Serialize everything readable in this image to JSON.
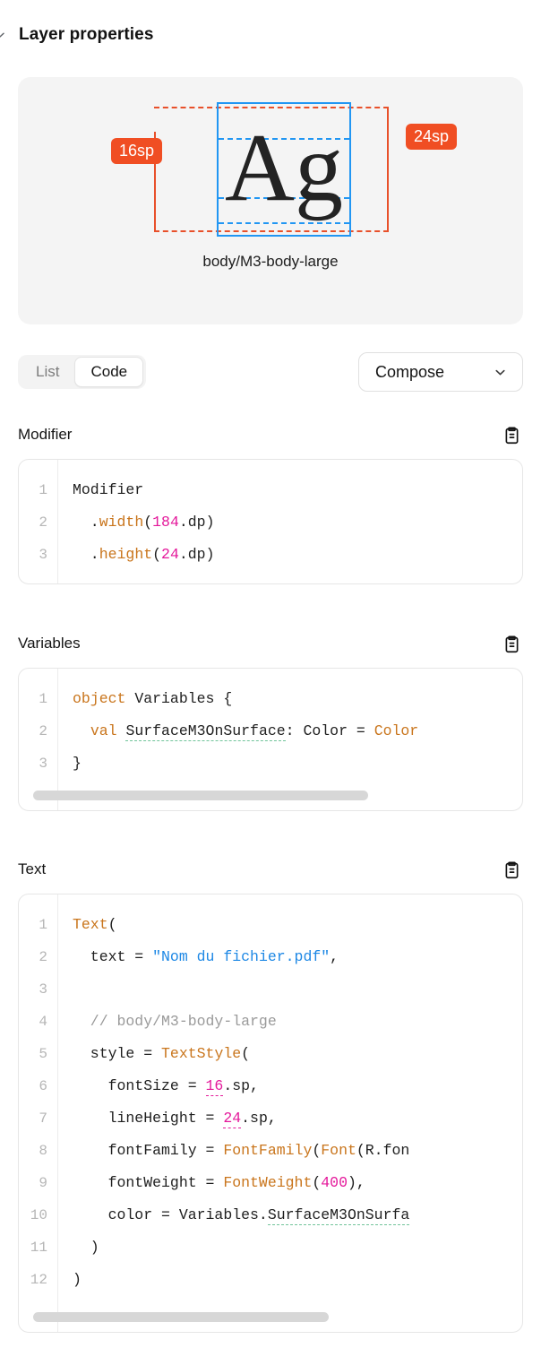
{
  "panel": {
    "title": "Layer properties",
    "collapse_icon": "chevron-down-icon"
  },
  "preview": {
    "glyph": "Ag",
    "label": "body/M3-body-large",
    "font_size_badge": "16sp",
    "line_height_badge": "24sp",
    "badge_color": "#F04E23",
    "em_box_color": "#2196F3",
    "line_box_color": "#E8502A",
    "card_background": "#f4f4f4"
  },
  "controls": {
    "segmented": {
      "options": [
        "List",
        "Code"
      ],
      "selected": "Code"
    },
    "framework_select": {
      "value": "Compose",
      "chevron_icon": "chevron-down-icon"
    }
  },
  "sections": [
    {
      "title": "Modifier",
      "copy_icon": "clipboard-icon",
      "line_numbers": [
        "1",
        "2",
        "3"
      ],
      "lines": [
        [
          {
            "t": "Modifier",
            "c": "tok-plain"
          }
        ],
        [
          {
            "t": "  .",
            "c": "tok-plain"
          },
          {
            "t": "width",
            "c": "tok-fn"
          },
          {
            "t": "(",
            "c": "tok-plain"
          },
          {
            "t": "184",
            "c": "tok-num"
          },
          {
            "t": ".dp)",
            "c": "tok-plain"
          }
        ],
        [
          {
            "t": "  .",
            "c": "tok-plain"
          },
          {
            "t": "height",
            "c": "tok-fn"
          },
          {
            "t": "(",
            "c": "tok-plain"
          },
          {
            "t": "24",
            "c": "tok-num"
          },
          {
            "t": ".dp)",
            "c": "tok-plain"
          }
        ]
      ],
      "scrollbar": false
    },
    {
      "title": "Variables",
      "copy_icon": "clipboard-icon",
      "line_numbers": [
        "1",
        "2",
        "3"
      ],
      "lines": [
        [
          {
            "t": "object",
            "c": "tok-fn"
          },
          {
            "t": " Variables {",
            "c": "tok-plain"
          }
        ],
        [
          {
            "t": "  ",
            "c": "tok-plain"
          },
          {
            "t": "val",
            "c": "tok-fn"
          },
          {
            "t": " ",
            "c": "tok-plain"
          },
          {
            "t": "SurfaceM3OnSurface",
            "c": "tok-plain u-green"
          },
          {
            "t": ": Color = ",
            "c": "tok-plain"
          },
          {
            "t": "Color",
            "c": "tok-fn"
          }
        ],
        [
          {
            "t": "}",
            "c": "tok-plain"
          }
        ]
      ],
      "scrollbar": true
    },
    {
      "title": "Text",
      "copy_icon": "clipboard-icon",
      "line_numbers": [
        "1",
        "2",
        "3",
        "4",
        "5",
        "6",
        "7",
        "8",
        "9",
        "10",
        "11",
        "12"
      ],
      "lines": [
        [
          {
            "t": "Text",
            "c": "tok-fn"
          },
          {
            "t": "(",
            "c": "tok-plain"
          }
        ],
        [
          {
            "t": "  text = ",
            "c": "tok-plain"
          },
          {
            "t": "\"Nom du fichier.pdf\"",
            "c": "tok-str"
          },
          {
            "t": ",",
            "c": "tok-plain"
          }
        ],
        [
          {
            "t": "",
            "c": "tok-plain"
          }
        ],
        [
          {
            "t": "  // body/M3-body-large",
            "c": "tok-cmt"
          }
        ],
        [
          {
            "t": "  style = ",
            "c": "tok-plain"
          },
          {
            "t": "TextStyle",
            "c": "tok-fn"
          },
          {
            "t": "(",
            "c": "tok-plain"
          }
        ],
        [
          {
            "t": "    fontSize = ",
            "c": "tok-plain"
          },
          {
            "t": "16",
            "c": "tok-num u-pink"
          },
          {
            "t": ".sp,",
            "c": "tok-plain"
          }
        ],
        [
          {
            "t": "    lineHeight = ",
            "c": "tok-plain"
          },
          {
            "t": "24",
            "c": "tok-num u-pink"
          },
          {
            "t": ".sp,",
            "c": "tok-plain"
          }
        ],
        [
          {
            "t": "    fontFamily = ",
            "c": "tok-plain"
          },
          {
            "t": "FontFamily",
            "c": "tok-fn"
          },
          {
            "t": "(",
            "c": "tok-plain"
          },
          {
            "t": "Font",
            "c": "tok-fn"
          },
          {
            "t": "(R.fon",
            "c": "tok-plain"
          }
        ],
        [
          {
            "t": "    fontWeight = ",
            "c": "tok-plain"
          },
          {
            "t": "FontWeight",
            "c": "tok-fn"
          },
          {
            "t": "(",
            "c": "tok-plain"
          },
          {
            "t": "400",
            "c": "tok-num"
          },
          {
            "t": "),",
            "c": "tok-plain"
          }
        ],
        [
          {
            "t": "    color = Variables.",
            "c": "tok-plain"
          },
          {
            "t": "SurfaceM3OnSurfa",
            "c": "tok-plain u-green"
          }
        ],
        [
          {
            "t": "  )",
            "c": "tok-plain"
          }
        ],
        [
          {
            "t": ")",
            "c": "tok-plain"
          }
        ]
      ],
      "scrollbar": true
    }
  ]
}
